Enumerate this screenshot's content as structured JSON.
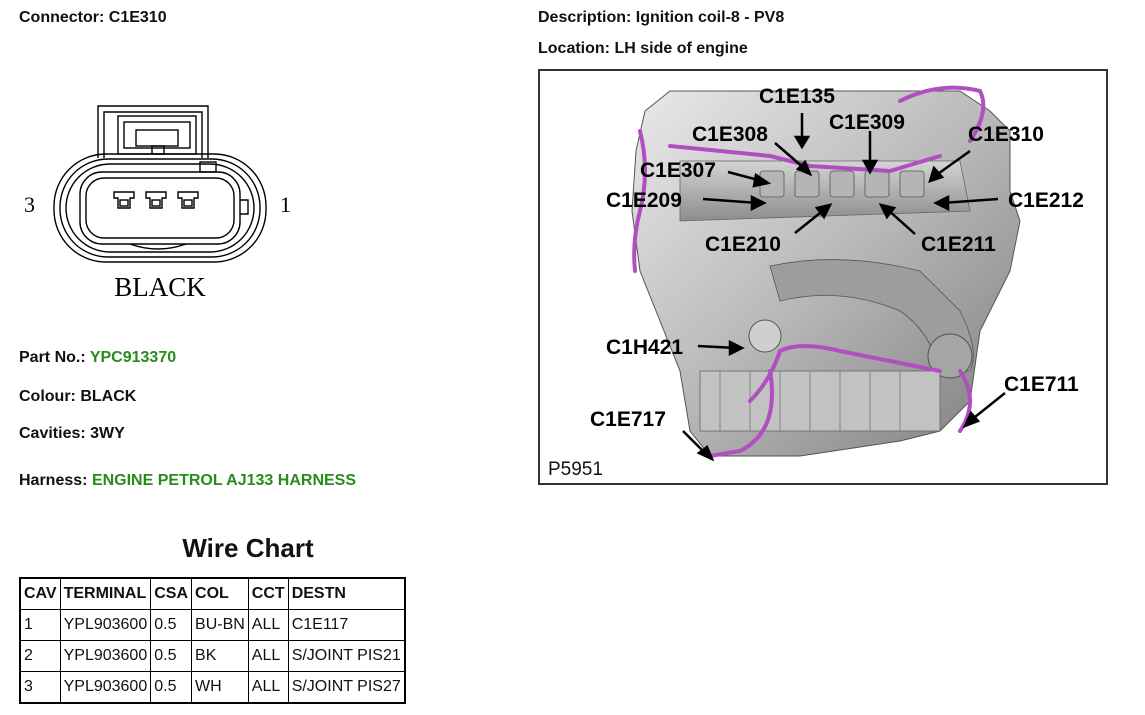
{
  "connector": {
    "label": "Connector:",
    "value": "C1E310"
  },
  "description": {
    "label": "Description:",
    "value": "Ignition coil-8 - PV8"
  },
  "location": {
    "label": "Location:",
    "value": "LH side of engine"
  },
  "connector_diagram": {
    "pin_left": "3",
    "pin_right": "1",
    "color_text": "BLACK"
  },
  "part": {
    "label": "Part No.:",
    "value": "YPC913370"
  },
  "colour": {
    "label": "Colour:",
    "value": "BLACK"
  },
  "cavities": {
    "label": "Cavities:",
    "value": "3WY"
  },
  "harness": {
    "label": "Harness:",
    "value": "ENGINE PETROL AJ133 HARNESS"
  },
  "wire_chart": {
    "title": "Wire Chart",
    "headers": [
      "CAV",
      "TERMINAL",
      "CSA",
      "COL",
      "CCT",
      "DESTN"
    ],
    "rows": [
      [
        "1",
        "YPL903600",
        "0.5",
        "BU-BN",
        "ALL",
        "C1E117"
      ],
      [
        "2",
        "YPL903600",
        "0.5",
        "BK",
        "ALL",
        "S/JOINT PIS21"
      ],
      [
        "3",
        "YPL903600",
        "0.5",
        "WH",
        "ALL",
        "S/JOINT PIS27"
      ]
    ]
  },
  "engine_figure": {
    "figure_id": "P5951",
    "callouts": [
      "C1E135",
      "C1E308",
      "C1E309",
      "C1E310",
      "C1E307",
      "C1E209",
      "C1E212",
      "C1E210",
      "C1E211",
      "C1H421",
      "C1E711",
      "C1E717"
    ]
  },
  "colors": {
    "accent_green": "#2a8a1e",
    "harness_purple": "#b04fc0"
  }
}
